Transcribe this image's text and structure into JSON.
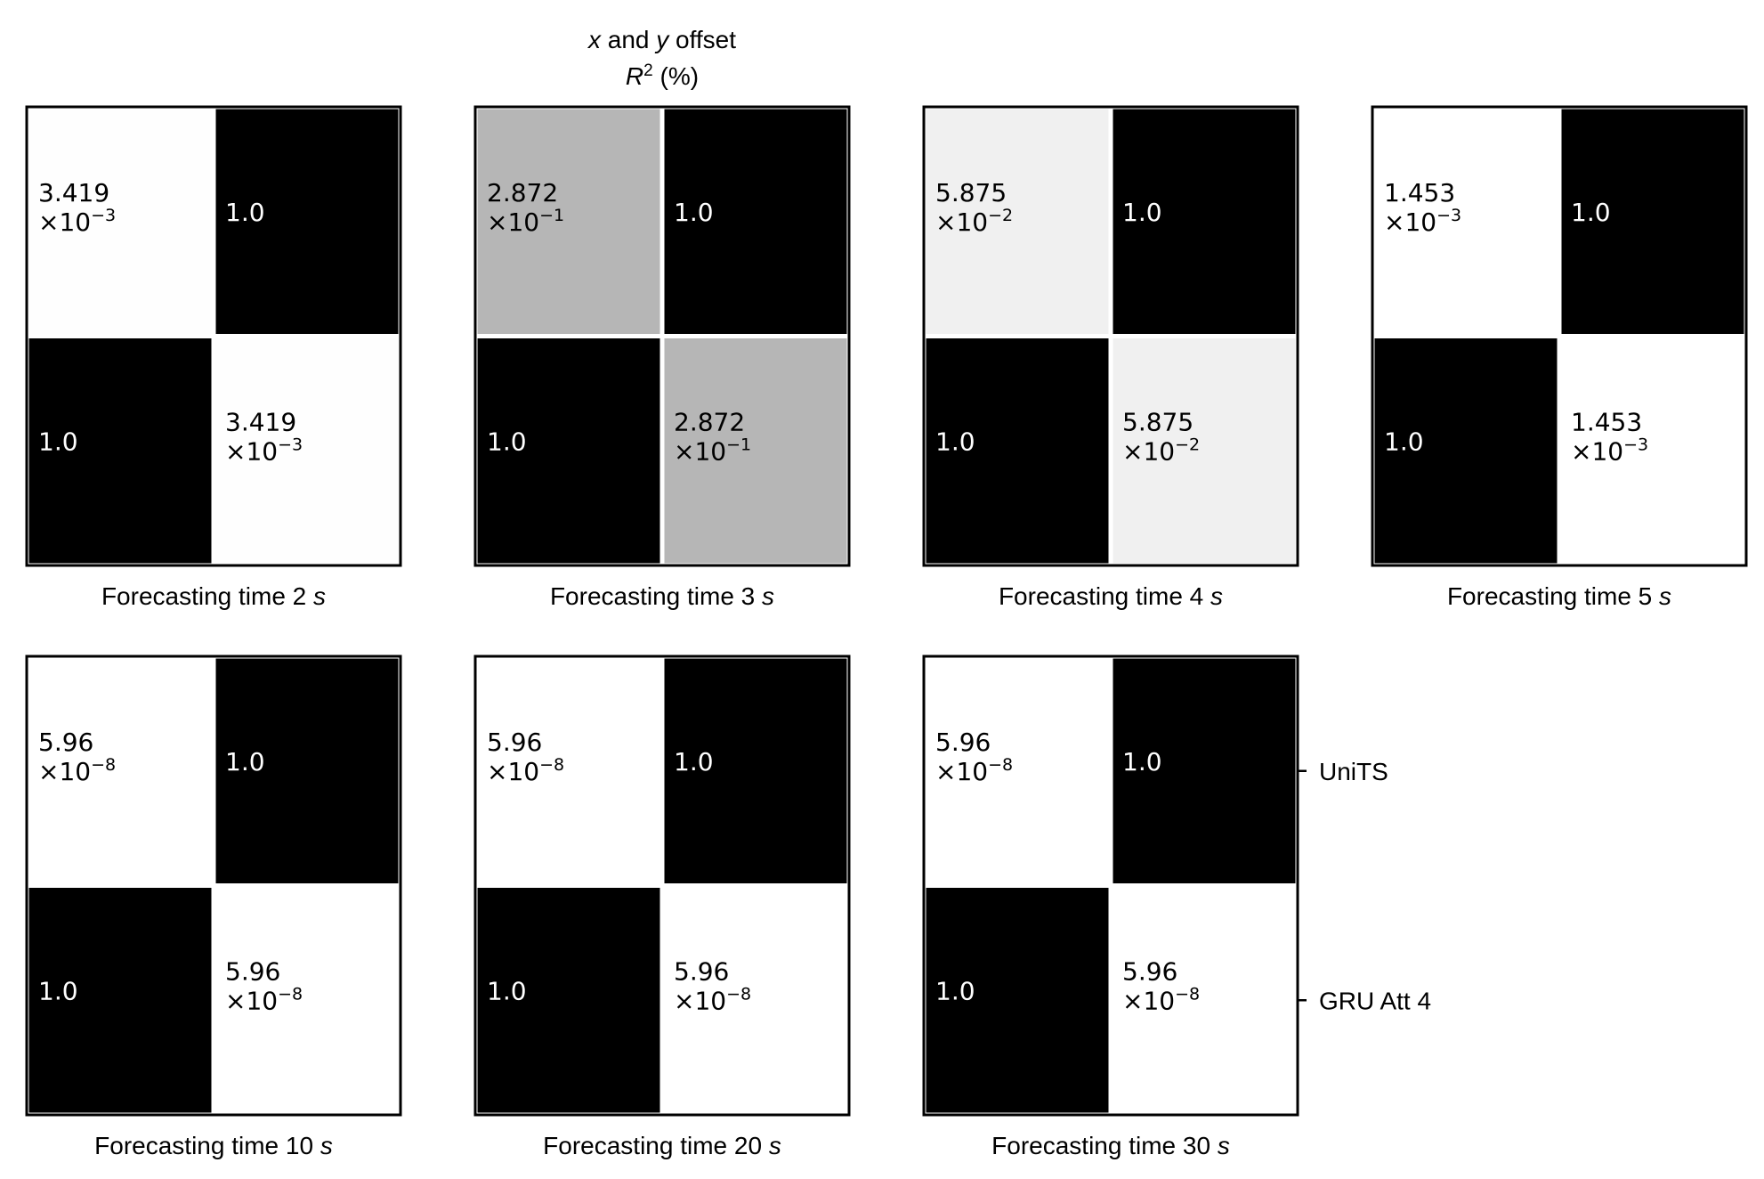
{
  "chart_data": {
    "type": "heatmap",
    "title_lines": [
      {
        "parts": [
          {
            "text": "x",
            "italic": true
          },
          {
            "text": " and "
          },
          {
            "text": "y",
            "italic": true
          },
          {
            "text": " offset"
          }
        ]
      },
      {
        "parts": [
          {
            "text": "R",
            "italic": true
          },
          {
            "text": "2",
            "sup": true
          },
          {
            "text": " (%)"
          }
        ]
      }
    ],
    "row_labels": [
      "UniTS",
      "GRU Att 4"
    ],
    "color_scale": {
      "min_color": "#ffffff",
      "max_color": "#000000",
      "range": [
        0,
        1
      ]
    },
    "panels": [
      {
        "label": "Forecasting time 2 ",
        "unit": "s",
        "cells": [
          [
            {
              "mantissa": "3.419",
              "exp": "−3",
              "value": 0.003419
            },
            {
              "text": "1.0",
              "value": 1.0
            }
          ],
          [
            {
              "text": "1.0",
              "value": 1.0
            },
            {
              "mantissa": "3.419",
              "exp": "−3",
              "value": 0.003419
            }
          ]
        ]
      },
      {
        "label": "Forecasting time 3 ",
        "unit": "s",
        "cells": [
          [
            {
              "mantissa": "2.872",
              "exp": "−1",
              "value": 0.2872
            },
            {
              "text": "1.0",
              "value": 1.0
            }
          ],
          [
            {
              "text": "1.0",
              "value": 1.0
            },
            {
              "mantissa": "2.872",
              "exp": "−1",
              "value": 0.2872
            }
          ]
        ]
      },
      {
        "label": "Forecasting time 4 ",
        "unit": "s",
        "cells": [
          [
            {
              "mantissa": "5.875",
              "exp": "−2",
              "value": 0.05875
            },
            {
              "text": "1.0",
              "value": 1.0
            }
          ],
          [
            {
              "text": "1.0",
              "value": 1.0
            },
            {
              "mantissa": "5.875",
              "exp": "−2",
              "value": 0.05875
            }
          ]
        ]
      },
      {
        "label": "Forecasting time 5 ",
        "unit": "s",
        "cells": [
          [
            {
              "mantissa": "1.453",
              "exp": "−3",
              "value": 0.001453
            },
            {
              "text": "1.0",
              "value": 1.0
            }
          ],
          [
            {
              "text": "1.0",
              "value": 1.0
            },
            {
              "mantissa": "1.453",
              "exp": "−3",
              "value": 0.001453
            }
          ]
        ]
      },
      {
        "label": "Forecasting time 10 ",
        "unit": "s",
        "cells": [
          [
            {
              "mantissa": "5.96",
              "exp": "−8",
              "value": 5.96e-08
            },
            {
              "text": "1.0",
              "value": 1.0
            }
          ],
          [
            {
              "text": "1.0",
              "value": 1.0
            },
            {
              "mantissa": "5.96",
              "exp": "−8",
              "value": 5.96e-08
            }
          ]
        ]
      },
      {
        "label": "Forecasting time 20 ",
        "unit": "s",
        "cells": [
          [
            {
              "mantissa": "5.96",
              "exp": "−8",
              "value": 5.96e-08
            },
            {
              "text": "1.0",
              "value": 1.0
            }
          ],
          [
            {
              "text": "1.0",
              "value": 1.0
            },
            {
              "mantissa": "5.96",
              "exp": "−8",
              "value": 5.96e-08
            }
          ]
        ]
      },
      {
        "label": "Forecasting time 30 ",
        "unit": "s",
        "cells": [
          [
            {
              "mantissa": "5.96",
              "exp": "−8",
              "value": 5.96e-08
            },
            {
              "text": "1.0",
              "value": 1.0
            }
          ],
          [
            {
              "text": "1.0",
              "value": 1.0
            },
            {
              "mantissa": "5.96",
              "exp": "−8",
              "value": 5.96e-08
            }
          ]
        ]
      }
    ]
  }
}
